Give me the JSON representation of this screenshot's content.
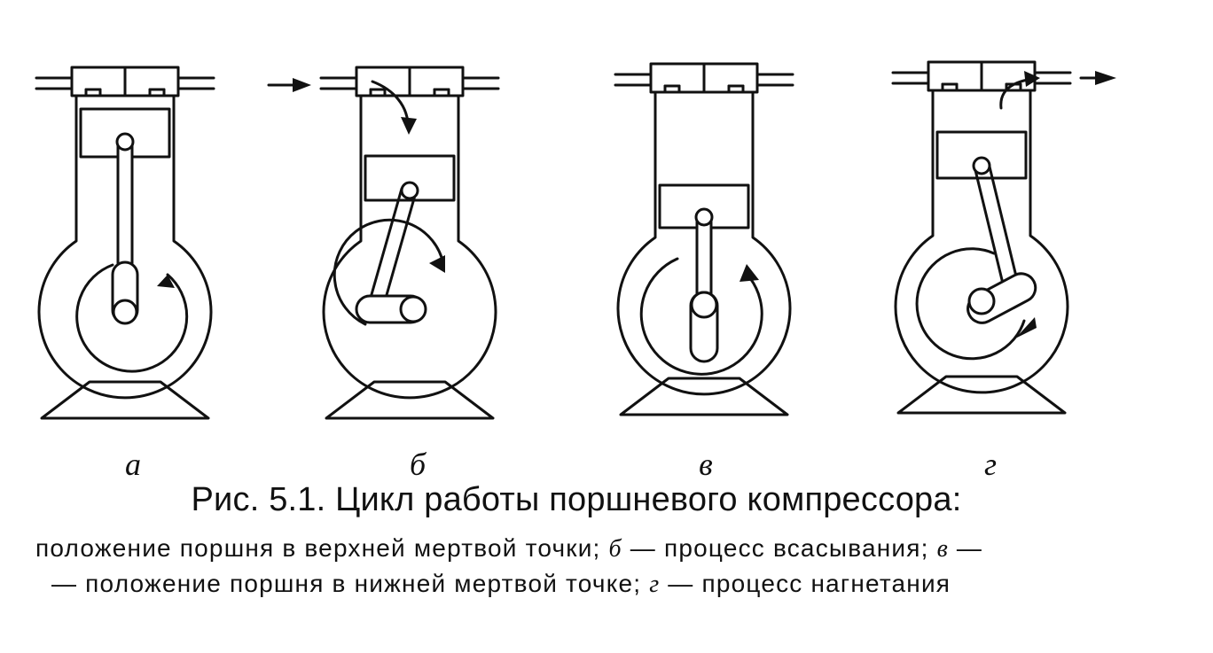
{
  "panels": [
    {
      "id": "a",
      "label": "а"
    },
    {
      "id": "b",
      "label": "б"
    },
    {
      "id": "v",
      "label": "в"
    },
    {
      "id": "g",
      "label": "г"
    }
  ],
  "caption": {
    "title": "Рис. 5.1. Цикл работы поршневого компрессора:",
    "line1": {
      "seg1": "положение поршня в верхней мертвой точки; ",
      "letter_b": "б",
      "seg2": " — процесс всасывания; ",
      "letter_v": "в",
      "seg3": " —"
    },
    "line2": {
      "seg1": "— положение поршня в нижней мертвой точке; ",
      "letter_g": "г",
      "seg2": " — процесс нагнетания"
    }
  }
}
